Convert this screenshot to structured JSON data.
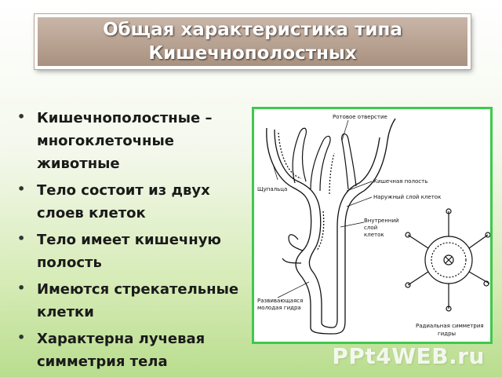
{
  "slide": {
    "title_line1": "Общая характеристика типа",
    "title_line2": "Кишечнополостных",
    "bullets": [
      {
        "line1": "Кишечнополостные –",
        "line2": "многоклеточные",
        "line3": "животные"
      },
      {
        "line1": "Тело состоит из двух",
        "line2": "слоев клеток"
      },
      {
        "line1": "Тело имеет кишечную",
        "line2": "полость"
      },
      {
        "line1": "Имеются стрекательные",
        "line2": "клетки"
      },
      {
        "line1": "Характерна лучевая",
        "line2": "симметрия тела"
      }
    ],
    "bullet_symbol": "•"
  },
  "figure": {
    "labels": {
      "mouth": "Ротовое отверстие",
      "cavity": "Кишечная полость",
      "outer_layer": "Наружный слой клеток",
      "tentacles": "Щупальца",
      "inner_layer_1": "Внутренний",
      "inner_layer_2": "слой",
      "inner_layer_3": "клеток",
      "young_hydra_1": "Развивающаяся",
      "young_hydra_2": "молодая гидра",
      "radial_1": "Радиальная симметрия",
      "radial_2": "гидры"
    },
    "border_color": "#3ec94c"
  },
  "watermark": "PPt4WEB.ru"
}
